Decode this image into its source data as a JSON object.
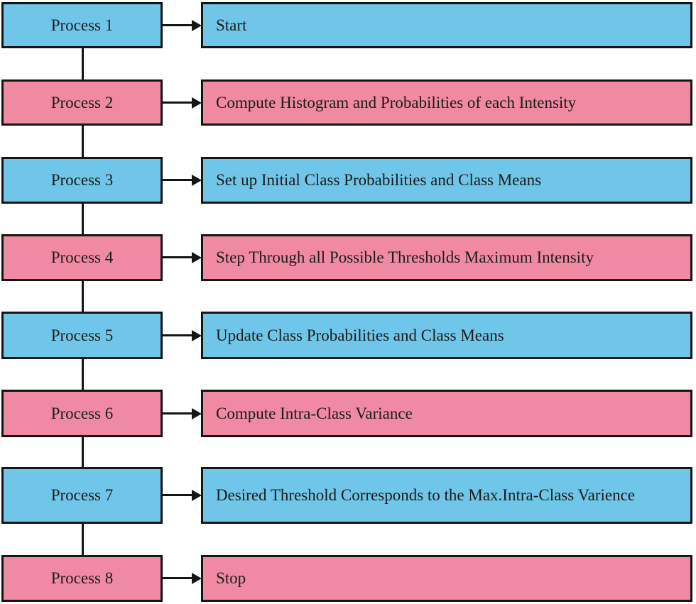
{
  "colors": {
    "blue": "#6fc6e8",
    "pink": "#f08aa2",
    "line": "#151515",
    "text": "#1c1c1c",
    "background": "#ffffff"
  },
  "rows": [
    {
      "tone": "blue",
      "process": "Process 1",
      "step": "Start"
    },
    {
      "tone": "pink",
      "process": "Process 2",
      "step": "Compute Histogram and Probabilities of each Intensity"
    },
    {
      "tone": "blue",
      "process": "Process 3",
      "step": "Set up Initial Class Probabilities and Class Means"
    },
    {
      "tone": "pink",
      "process": "Process 4",
      "step": "Step Through all Possible Thresholds Maximum Intensity"
    },
    {
      "tone": "blue",
      "process": "Process 5",
      "step": "Update Class Probabilities and Class Means"
    },
    {
      "tone": "pink",
      "process": "Process 6",
      "step": "Compute Intra-Class Variance"
    },
    {
      "tone": "blue",
      "process": "Process 7",
      "step": "Desired Threshold Corresponds to the Max.Intra-Class Varience"
    },
    {
      "tone": "pink",
      "process": "Process 8",
      "step": "Stop"
    }
  ]
}
